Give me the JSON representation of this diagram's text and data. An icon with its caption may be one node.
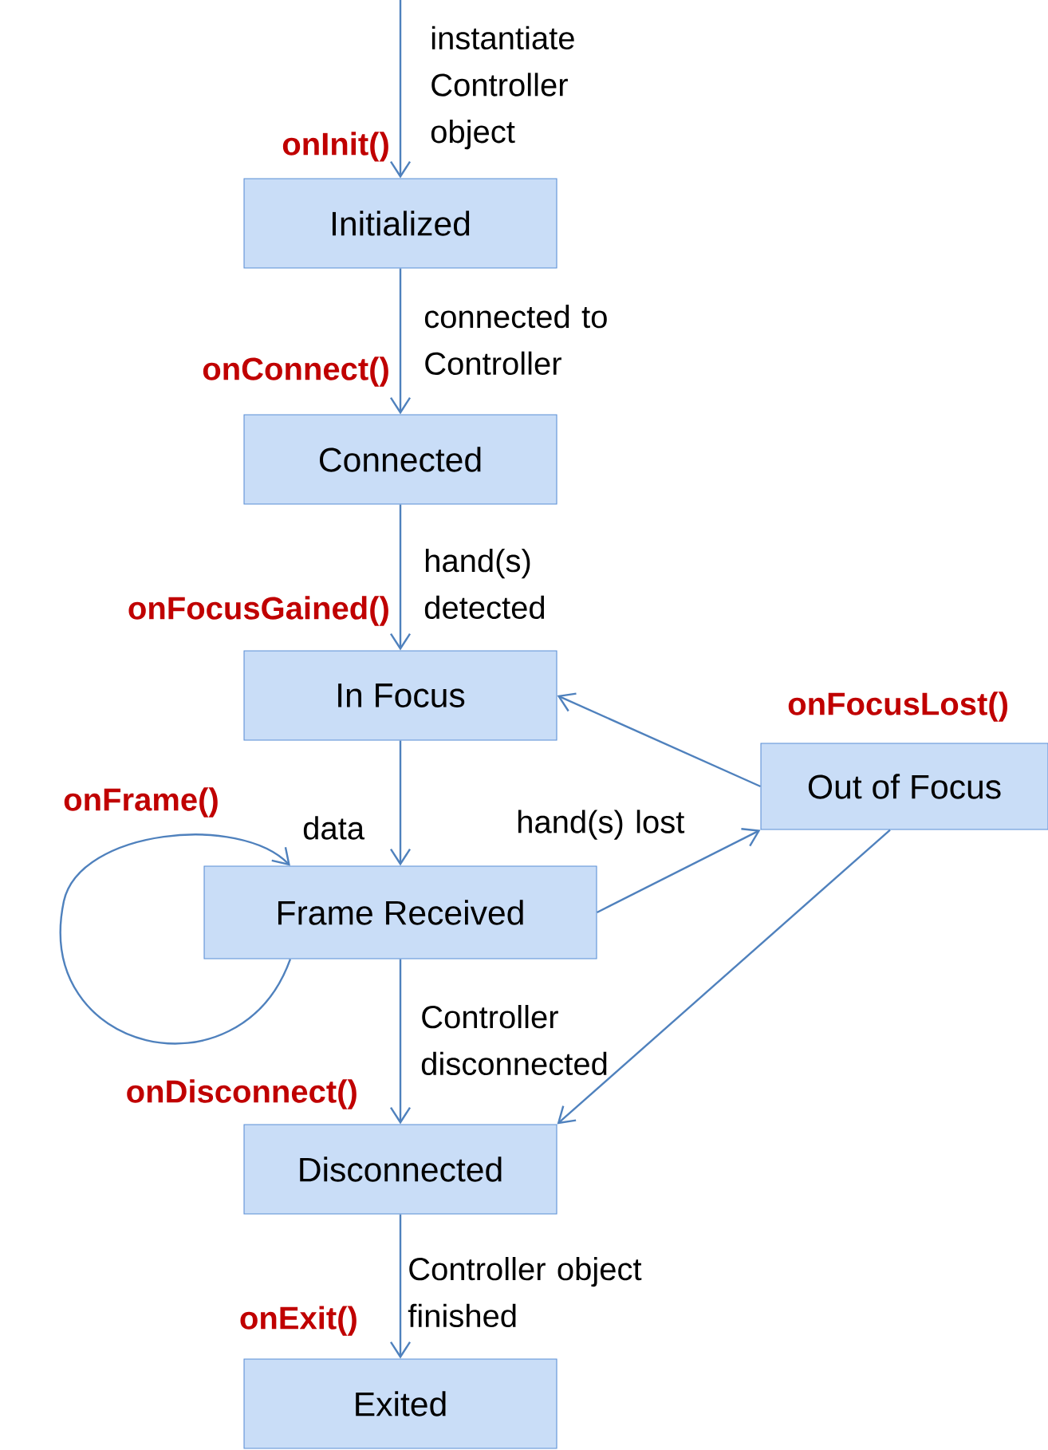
{
  "diagram": {
    "nodes": [
      {
        "text": [
          "Initialized"
        ]
      },
      {
        "text": [
          "Connected"
        ]
      },
      {
        "text": [
          "In Focus"
        ]
      },
      {
        "text": [
          "Frame Received"
        ]
      },
      {
        "text": [
          "Out of Focus"
        ],
        "beside": [
          "onFocusLost()"
        ]
      },
      {
        "text": [
          "Disconnected"
        ]
      },
      {
        "text": [
          "Exited"
        ]
      }
    ],
    "edges": [
      {
        "from": null,
        "to": 0,
        "arrow": "to",
        "label": "instantiate Controller object"
      },
      {
        "from": 0,
        "to": 1,
        "arrow": "to",
        "label": "connected to Controller"
      },
      {
        "from": 1,
        "to": 2,
        "arrow": "to",
        "label": "hand(s) detected"
      },
      {
        "from": 2,
        "to": 3,
        "arrow": "to",
        "label": "data"
      },
      {
        "from": 3,
        "to": 4,
        "arrow": "to",
        "label": "hand(s) lost"
      },
      {
        "from": 4,
        "to": 2,
        "arrow": "to"
      },
      {
        "from": 3,
        "to": 3,
        "arrow": "to"
      },
      {
        "from": 3,
        "to": 5,
        "arrow": "to",
        "label": "Controller disconnected"
      },
      {
        "from": 4,
        "to": 5,
        "arrow": "to"
      },
      {
        "from": 5,
        "to": 6,
        "arrow": "to",
        "label": "Controller object finished"
      }
    ],
    "labels": [
      "onInit()",
      "onConnect()",
      "onFocusGained()",
      "onFrame()",
      "onDisconnect()",
      "onExit()"
    ]
  }
}
